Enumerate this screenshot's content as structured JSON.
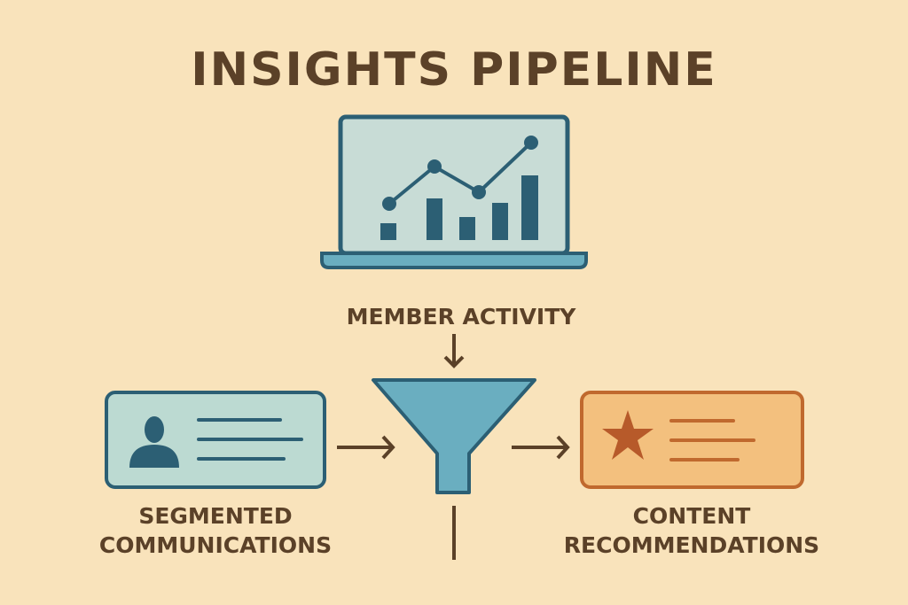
{
  "title": "INSIGHTS PIPELINE",
  "input_label": "MEMBER ACTIVITY",
  "outputs": [
    {
      "line1": "SEGMENTED",
      "line2": "COMMUNICATIONS",
      "icon": "person-icon"
    },
    {
      "line1": "CONTENT",
      "line2": "RECOMMENDATIONS",
      "icon": "star-icon"
    }
  ],
  "colors": {
    "background": "#f9e3bb",
    "text": "#5b4128",
    "teal_dark": "#2c5f74",
    "teal_light": "#6aaec0",
    "screen": "#c8dcd6",
    "card_teal": "#bcdad2",
    "card_orange": "#f3c07e",
    "orange_dark": "#b75a2a"
  }
}
